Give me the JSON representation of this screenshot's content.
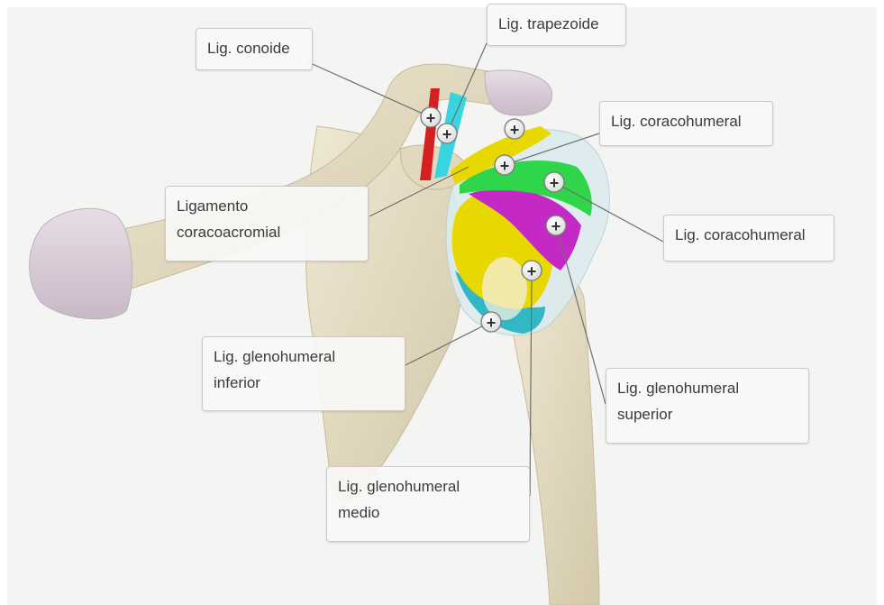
{
  "labels": {
    "conoide": "Lig. conoide",
    "trapezoide": "Lig. trapezoide",
    "coracohumeral_top": "Lig. coracohumeral",
    "coracoacromial_line1": "Ligamento",
    "coracoacromial_line2": "coracoacromial",
    "coracohumeral_right": "Lig. coracohumeral",
    "gh_inferior_line1": "Lig. glenohumeral",
    "gh_inferior_line2": "inferior",
    "gh_superior_line1": "Lig. glenohumeral",
    "gh_superior_line2": "superior",
    "gh_medio_line1": "Lig. glenohumeral",
    "gh_medio_line2": "medio"
  },
  "hotspot_symbol": "+",
  "colors": {
    "bone": "#e4dcc5",
    "conoide": "#d42020",
    "trapezoide": "#38d4e0",
    "coracohumeral": "#2fd64a",
    "glenohumeral_superior": "#c429c6",
    "glenohumeral_medio": "#e8d800",
    "glenohumeral_inferior": "#32b8c4",
    "capsule": "#dfeff4"
  }
}
